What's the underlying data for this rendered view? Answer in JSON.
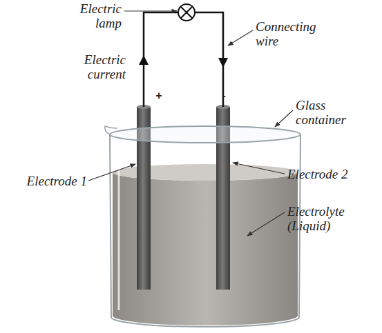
{
  "diagram": {
    "labels": [
      "Electric lamp",
      "Connecting wire",
      "Electric current",
      "+",
      "-",
      "Glass container",
      "Electrode 1",
      "Electrode 2",
      "Electrolyte (Liquid)"
    ]
  }
}
